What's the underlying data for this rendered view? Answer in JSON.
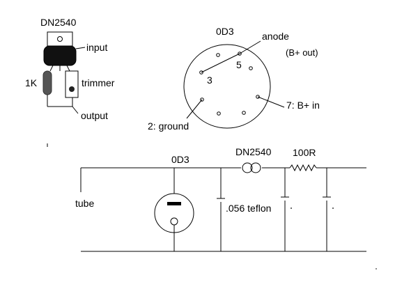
{
  "labels": {
    "dn2540_top": "DN2540",
    "input": "input",
    "one_k": "1K",
    "trimmer": "trimmer",
    "output": "output",
    "od3_top": "0D3",
    "anode": "anode",
    "b_plus_out": "(B+ out)",
    "pin5": "5",
    "pin3": "3",
    "pin7": "7: B+ in",
    "pin2": "2: ground",
    "od3_schematic": "0D3",
    "dn2540_schematic": "DN2540",
    "r100": "100R",
    "tube": "tube",
    "cap_teflon": ".056 teflon"
  },
  "colors": {
    "line": "#000000",
    "resistor_fill": "#555555",
    "transistor_fill": "#111111"
  }
}
